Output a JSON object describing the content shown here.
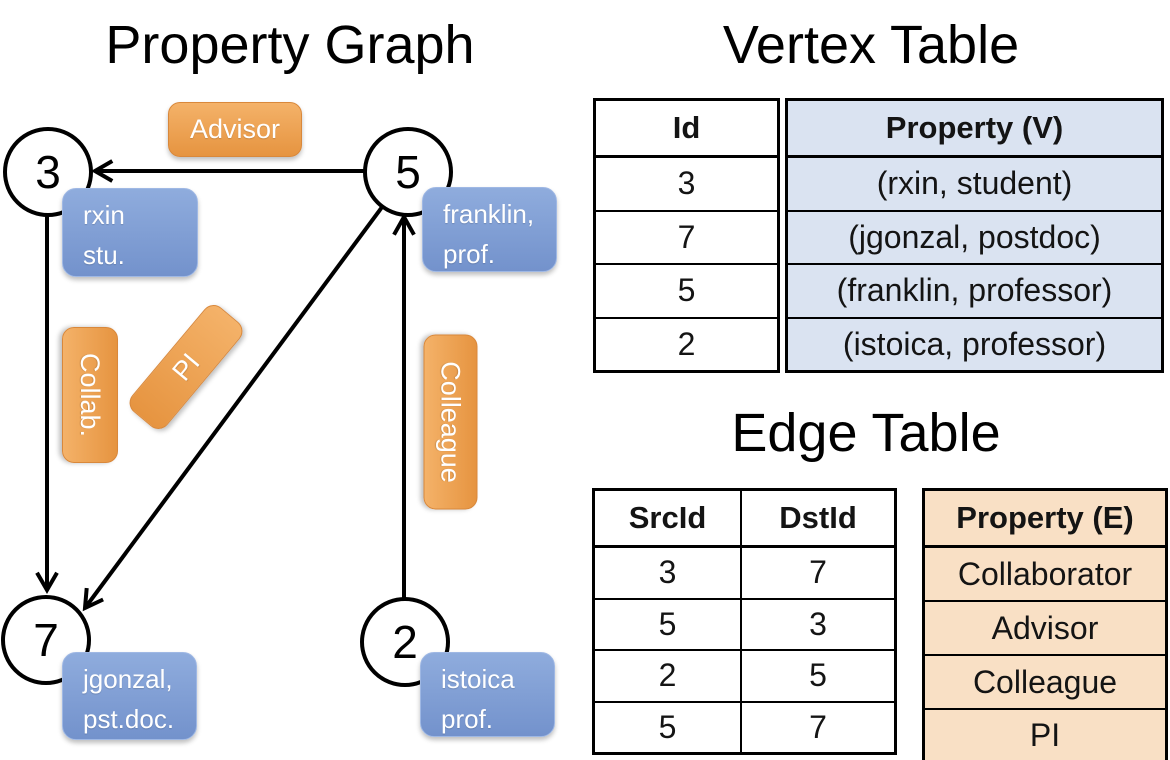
{
  "graph": {
    "title": "Property Graph",
    "nodes": [
      {
        "id": "3",
        "property_lines": [
          "rxin",
          "stu."
        ]
      },
      {
        "id": "5",
        "property_lines": [
          "franklin,",
          "prof."
        ]
      },
      {
        "id": "7",
        "property_lines": [
          "jgonzal,",
          "pst.doc."
        ]
      },
      {
        "id": "2",
        "property_lines": [
          "istoica",
          "prof."
        ]
      }
    ],
    "edges": [
      {
        "src": "5",
        "dst": "3",
        "label": "Advisor"
      },
      {
        "src": "3",
        "dst": "7",
        "label": "Collab."
      },
      {
        "src": "5",
        "dst": "7",
        "label": "PI"
      },
      {
        "src": "2",
        "dst": "5",
        "label": "Colleague"
      }
    ]
  },
  "vertex_table": {
    "title": "Vertex Table",
    "columns": [
      "Id",
      "Property (V)"
    ],
    "rows": [
      {
        "id": "3",
        "property": "(rxin, student)"
      },
      {
        "id": "7",
        "property": "(jgonzal, postdoc)"
      },
      {
        "id": "5",
        "property": "(franklin, professor)"
      },
      {
        "id": "2",
        "property": "(istoica, professor)"
      }
    ]
  },
  "edge_table": {
    "title": "Edge Table",
    "columns": [
      "SrcId",
      "DstId",
      "Property (E)"
    ],
    "rows": [
      {
        "src": "3",
        "dst": "7",
        "property": "Collaborator"
      },
      {
        "src": "5",
        "dst": "3",
        "property": "Advisor"
      },
      {
        "src": "2",
        "dst": "5",
        "property": "Colleague"
      },
      {
        "src": "5",
        "dst": "7",
        "property": "PI"
      }
    ]
  },
  "colors": {
    "orange_top": "#F4B269",
    "orange_bottom": "#E69440",
    "orange_border": "#D9883B",
    "blue_top": "#8FACDD",
    "blue_bottom": "#7392CC",
    "blue_border": "#9FB8E4",
    "vertex_row_fill": "#DAE3F1",
    "edge_row_fill": "#F9E0C5",
    "line_color": "#000000"
  }
}
